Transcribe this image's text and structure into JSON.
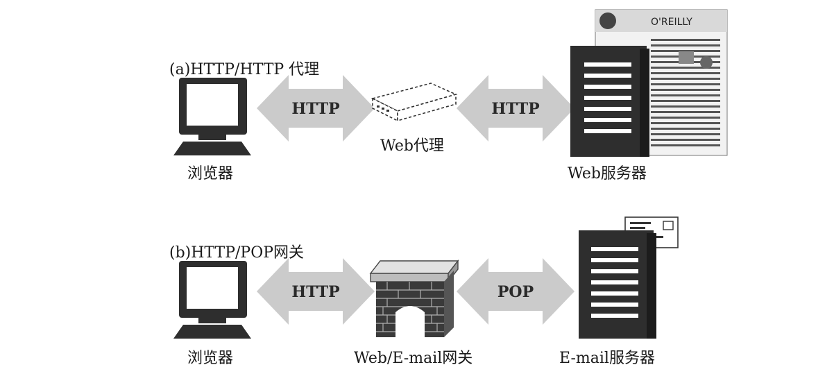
{
  "diagram_a": {
    "caption": "(a)HTTP/HTTP 代理",
    "client_label": "浏览器",
    "left_arrow_label": "HTTP",
    "middle_label": "Web代理",
    "right_arrow_label": "HTTP",
    "server_label": "Web服务器",
    "page_logo": "O'REILLY"
  },
  "diagram_b": {
    "caption": "(b)HTTP/POP网关",
    "client_label": "浏览器",
    "left_arrow_label": "HTTP",
    "middle_label": "Web/E-mail网关",
    "right_arrow_label": "POP",
    "server_label": "E-mail服务器"
  },
  "colors": {
    "arrow_fill": "#cbcbcb",
    "device_dark": "#2e2e2e",
    "screen_gray": "#8a8a8a",
    "brick": "#3a3a3a"
  }
}
